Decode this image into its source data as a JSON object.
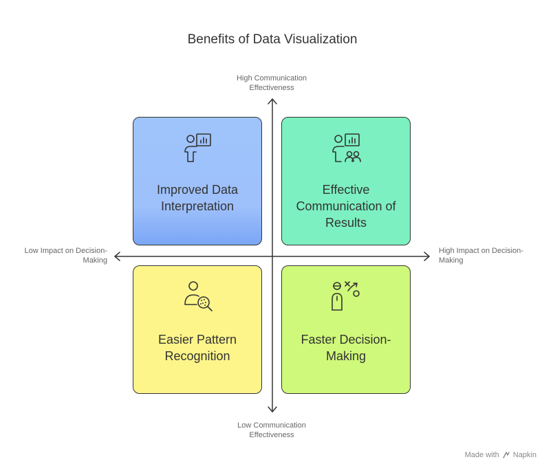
{
  "title": "Benefits of Data Visualization",
  "axes": {
    "top": "High Communication Effectiveness",
    "bottom": "Low Communication Effectiveness",
    "left": "Low Impact on Decision-Making",
    "right": "High Impact on Decision-Making"
  },
  "quadrants": [
    {
      "label": "Improved Data Interpretation",
      "icon": "presenter-chart-icon",
      "color": "#9ec0fb"
    },
    {
      "label": "Effective Communication of Results",
      "icon": "presentation-audience-icon",
      "color": "#7cf0c0"
    },
    {
      "label": "Easier Pattern Recognition",
      "icon": "person-magnifier-icon",
      "color": "#fdf58a"
    },
    {
      "label": "Faster Decision-Making",
      "icon": "strategy-play-icon",
      "color": "#cff97a"
    }
  ],
  "watermark": {
    "text": "Made with",
    "brand": "Napkin"
  }
}
